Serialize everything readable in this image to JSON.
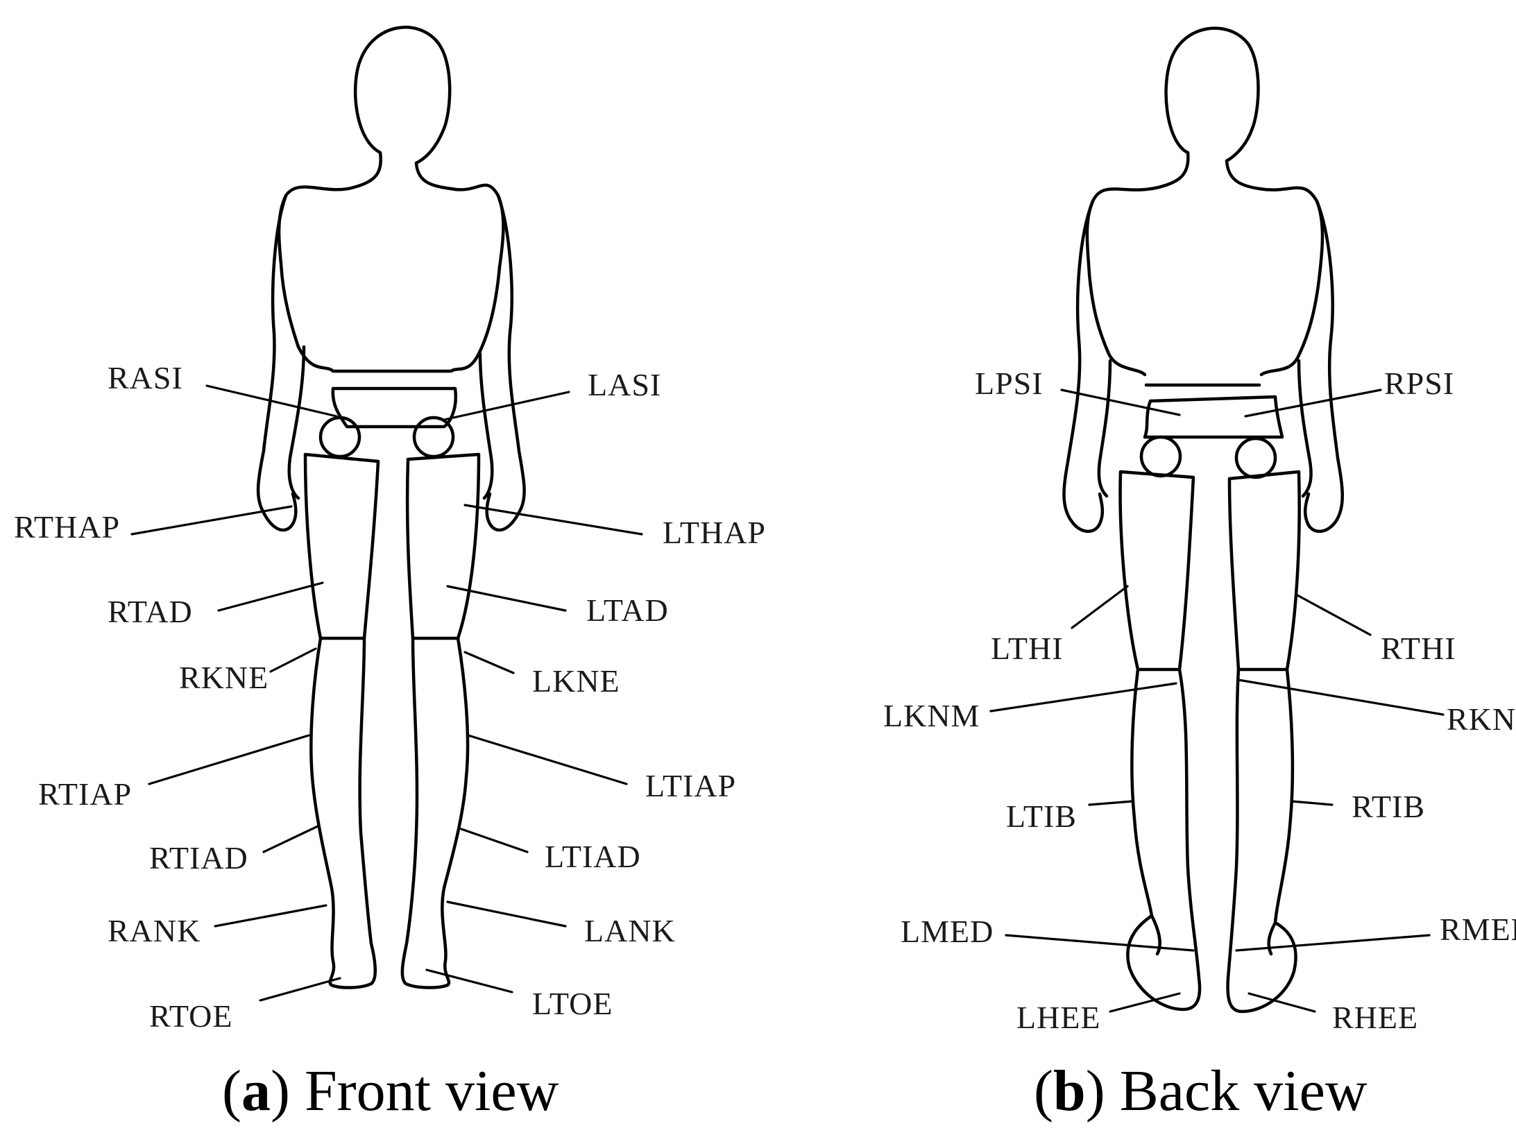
{
  "figure": {
    "panels": [
      {
        "id": "a",
        "caption_letter": "a",
        "caption_text": "Front view",
        "markers": [
          "RASI",
          "LASI",
          "RTHAP",
          "LTHAP",
          "RTAD",
          "LTAD",
          "RKNE",
          "LKNE",
          "RTIAP",
          "LTIAP",
          "RTIAD",
          "LTIAD",
          "RANK",
          "LANK",
          "RTOE",
          "LTOE"
        ]
      },
      {
        "id": "b",
        "caption_letter": "b",
        "caption_text": "Back view",
        "markers": [
          "LPSI",
          "RPSI",
          "LTHI",
          "RTHI",
          "LKNM",
          "RKNM",
          "LTIB",
          "RTIB",
          "LMED",
          "RMED",
          "LHEE",
          "RHEE"
        ]
      }
    ]
  }
}
